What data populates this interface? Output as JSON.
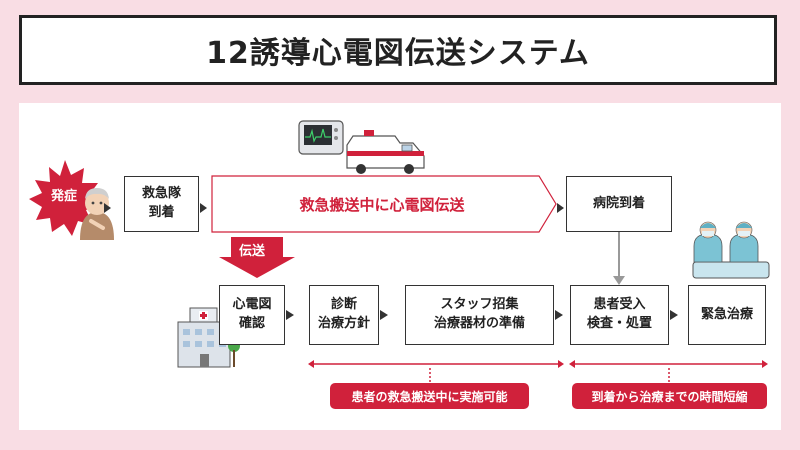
{
  "title": "12誘導心電図伝送システム",
  "flow": {
    "onset": "発症",
    "ems_arrival": "救急隊\n到着",
    "transmit_banner": "救急搬送中に心電図伝送",
    "hospital_arrival": "病院到着",
    "transfer": "伝送",
    "ecg_confirm": "心電図\n確認",
    "diagnosis": "診断\n治療方針",
    "staff": "スタッフ招集\n治療器材の準備",
    "patient": "患者受入\n検査・処置",
    "emergency": "緊急治療"
  },
  "notes": {
    "left": "患者の救急搬送中に実施可能",
    "right": "到着から治療までの時間短縮"
  },
  "colors": {
    "accent": "#d0213b",
    "background": "#f9dde4"
  },
  "icons": [
    "ecg-monitor-icon",
    "ambulance-icon",
    "elderly-patient-icon",
    "hospital-building-icon",
    "medical-team-icon"
  ]
}
